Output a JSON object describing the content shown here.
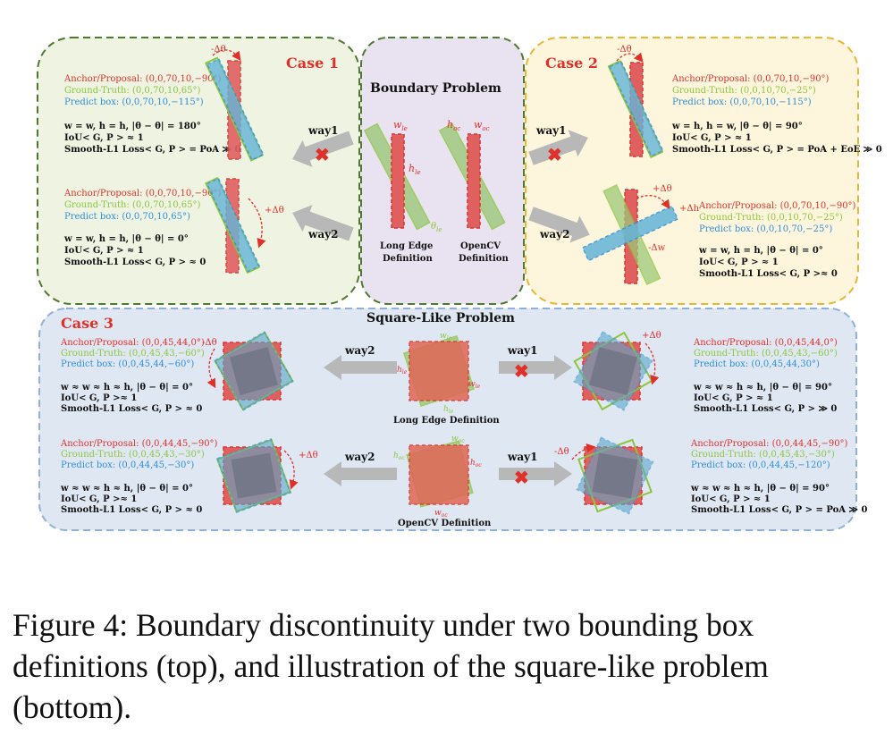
{
  "panels": {
    "case1": {
      "title": "Case 1",
      "delta_top": "-Δθ",
      "delta_bottom": "+Δθ",
      "top": {
        "anchor": "Anchor/Proposal: (0,0,70,10,−90°)",
        "gt": "Ground-Truth: (0,0,70,10,65°)",
        "pred": "Predict box: (0,0,70,10,−115°)",
        "eq1": "w = w, h = h, |θ − θ| = 180°",
        "eq2": "IoU< G, P > ≈ 1",
        "eq3": "Smooth-L1 Loss< G, P > = PoA ≫ 0"
      },
      "bottom": {
        "anchor": "Anchor/Proposal: (0,0,70,10,−90°)",
        "gt": "Ground-Truth: (0,0,70,10,65°)",
        "pred": "Predict box: (0,0,70,10,65°)",
        "eq1": "w = w, h = h, |θ − θ| = 0°",
        "eq2": "IoU< G, P > ≈ 1",
        "eq3": "Smooth-L1 Loss< G, P > ≈ 0"
      },
      "way_top": "way1",
      "way_bottom": "way2"
    },
    "boundary": {
      "title": "Boundary Problem",
      "le_label": "Long Edge",
      "le_label2": "Definition",
      "oc_label": "OpenCV",
      "oc_label2": "Definition",
      "w_le": "w",
      "h_le": "h",
      "w_oc": "w",
      "h_oc": "h",
      "sub_le": "le",
      "sub_oc": "oc",
      "theta": "θ"
    },
    "case2": {
      "title": "Case 2",
      "delta_top": "-Δθ",
      "delta_bottom": "+Δθ",
      "delta_h": "+Δh",
      "delta_w": "-Δw",
      "top": {
        "anchor": "Anchor/Proposal: (0,0,70,10,−90°)",
        "gt": "Ground-Truth: (0,0,10,70,−25°)",
        "pred": "Predict box: (0,0,70,10,−115°)",
        "eq1": "w = h, h = w, |θ − θ| = 90°",
        "eq2": "IoU< G, P > ≈ 1",
        "eq3": "Smooth-L1 Loss< G, P > = PoA + EoE ≫ 0"
      },
      "bottom": {
        "anchor": "Anchor/Proposal: (0,0,70,10,−90°)",
        "gt": "Ground-Truth: (0,0,10,70,−25°)",
        "pred": "Predict box: (0,0,10,70,−25°)",
        "eq1": "w = w, h = h, |θ − θ| = 0°",
        "eq2": "IoU< G, P > ≈ 1",
        "eq3": "Smooth-L1 Loss< G, P >≈ 0"
      },
      "way_top": "way1",
      "way_bottom": "way2"
    },
    "case3": {
      "title": "Case 3",
      "header": "Square-Like Problem",
      "le_def": "Long Edge Definition",
      "oc_def": "OpenCV Definition",
      "tl": {
        "anchor": "Anchor/Proposal: (0,0,45,44,0°)",
        "gt": "Ground-Truth: (0,0,45,43,−60°)",
        "pred": "Predict box: (0,0,45,44,−60°)",
        "eq1": "w ≈ w ≈ h ≈ h, |θ − θ| = 0°",
        "eq2": "IoU< G, P >≈ 1",
        "eq3": "Smooth-L1 Loss< G, P > ≈ 0",
        "delta": "-Δθ"
      },
      "tr": {
        "anchor": "Anchor/Proposal: (0,0,45,44,0°)",
        "gt": "Ground-Truth: (0,0,45,43,−60°)",
        "pred": "Predict box: (0,0,45,44,30°)",
        "eq1": "w ≈ w ≈ h ≈ h, |θ − θ| = 90°",
        "eq2": "IoU< G, P > ≈ 1",
        "eq3": "Smooth-L1 Loss< G, P > ≫ 0",
        "delta": "+Δθ"
      },
      "bl": {
        "anchor": "Anchor/Proposal: (0,0,44,45,−90°)",
        "gt": "Ground-Truth: (0,0,45,43,−30°)",
        "pred": "Predict box: (0,0,44,45,−30°)",
        "eq1": "w ≈ w ≈ h ≈ h, |θ − θ| = 0°",
        "eq2": "IoU< G, P >≈ 1",
        "eq3": "Smooth-L1 Loss< G, P > ≈ 0",
        "delta": "+Δθ"
      },
      "br": {
        "anchor": "Anchor/Proposal: (0,0,44,45,−90°)",
        "gt": "Ground-Truth: (0,0,45,43,−30°)",
        "pred": "Predict box: (0,0,44,45,−120°)",
        "eq1": "w ≈ w ≈ h ≈ h, |θ − θ| = 90°",
        "eq2": "IoU< G, P > ≈ 1",
        "eq3": "Smooth-L1 Loss< G, P > = PoA ≫ 0",
        "delta": "-Δθ"
      },
      "way_l": "way2",
      "way_r": "way1"
    }
  },
  "caption": "Figure 4: Boundary discontinuity under two bounding box definitions (top), and illustration of the square-like problem (bottom).",
  "colors": {
    "anchor": "#e0302a",
    "gt": "#8cc63f",
    "pred": "#2f8fd8",
    "case1_bg": "#eef3e2",
    "case2_bg": "#fdf6dc",
    "boundary_bg": "#e9e2f0",
    "case3_bg": "#dfe7f3"
  }
}
